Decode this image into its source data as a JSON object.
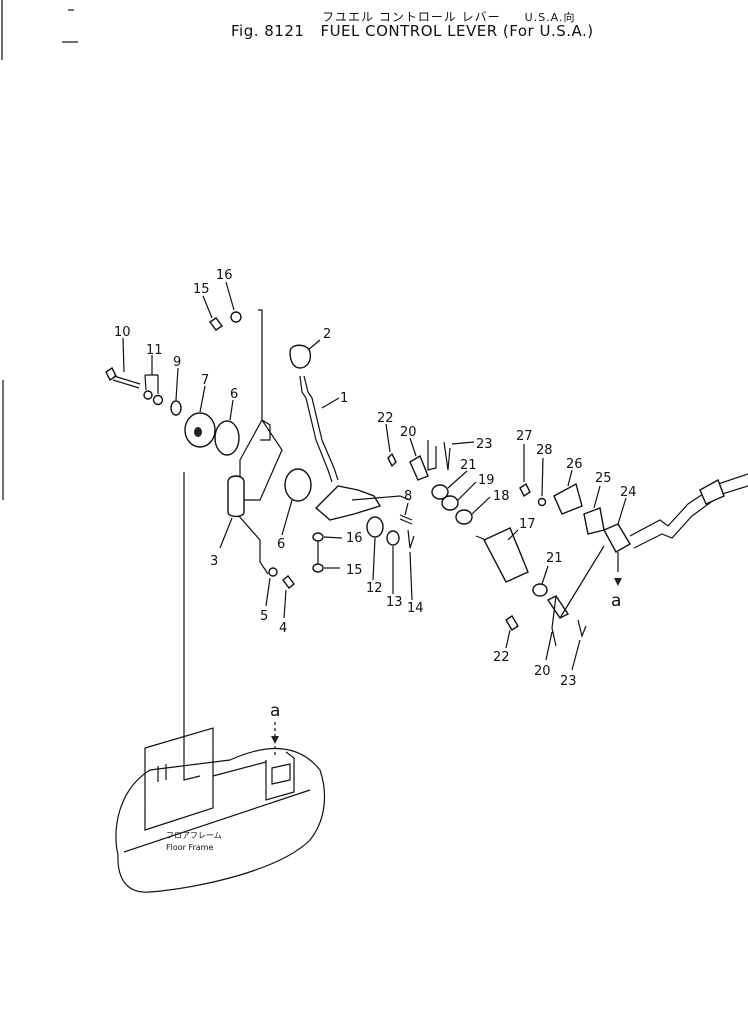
{
  "header": {
    "title_jp": "フユエル コントロール レバー",
    "title_jp_region": "U.S.A.向",
    "fig_label": "Fig. 8121",
    "fig_title": "FUEL CONTROL LEVER (For U.S.A.)"
  },
  "frame_label": {
    "jp": "フロアフレーム",
    "en": "Floor Frame"
  },
  "ref_letter": "a",
  "part_labels": {
    "p1": "1",
    "p2": "2",
    "p3": "3",
    "p4": "4",
    "p5": "5",
    "p6a": "6",
    "p6b": "6",
    "p7": "7",
    "p8": "8",
    "p9": "9",
    "p10": "10",
    "p11": "11",
    "p12": "12",
    "p13": "13",
    "p14": "14",
    "p15a": "15",
    "p15b": "15",
    "p16a": "16",
    "p16b": "16",
    "p17": "17",
    "p18": "18",
    "p19": "19",
    "p20a": "20",
    "p20b": "20",
    "p21a": "21",
    "p21b": "21",
    "p22a": "22",
    "p22b": "22",
    "p23a": "23",
    "p23b": "23",
    "p24": "24",
    "p25": "25",
    "p26": "26",
    "p27": "27",
    "p28": "28"
  }
}
